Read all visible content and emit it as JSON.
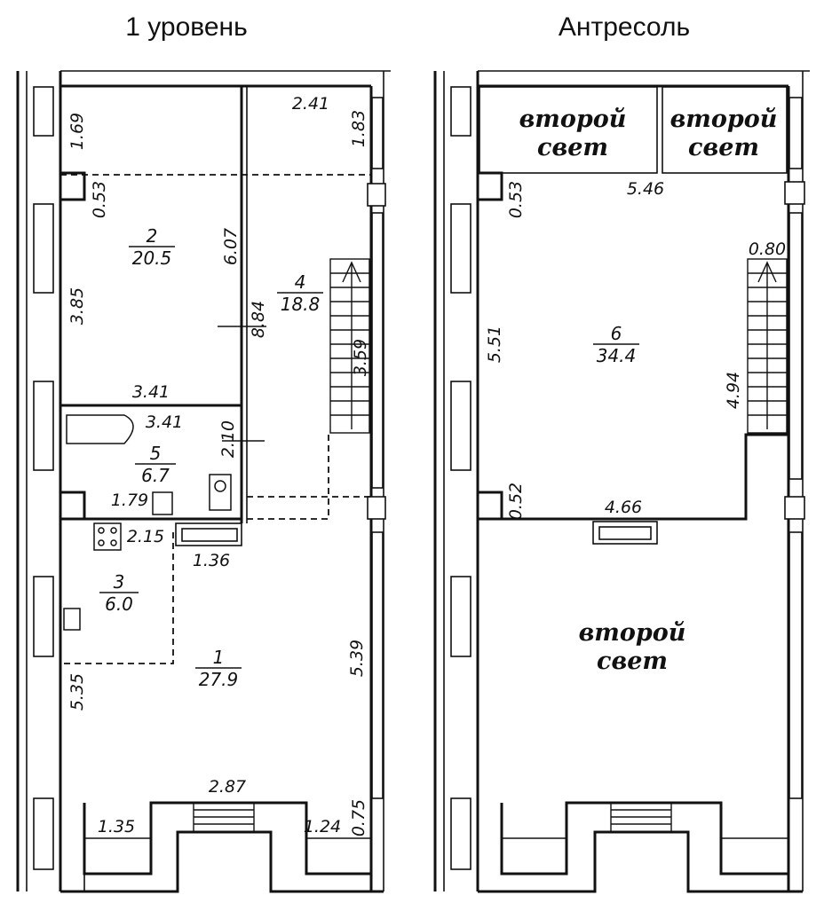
{
  "titles": {
    "left": "1 уровень",
    "right": "Антресоль"
  },
  "level1": {
    "rooms": [
      {
        "num": "2",
        "area": "20.5"
      },
      {
        "num": "4",
        "area": "18.8"
      },
      {
        "num": "5",
        "area": "6.7"
      },
      {
        "num": "3",
        "area": "6.0"
      },
      {
        "num": "1",
        "area": "27.9"
      }
    ],
    "dims": {
      "d169": "1.69",
      "d053": "0.53",
      "d385": "3.85",
      "d607": "6.07",
      "d884": "8.84",
      "d241": "2.41",
      "d183": "1.83",
      "d359": "3.59",
      "d341a": "3.41",
      "d341b": "3.41",
      "d210": "2.10",
      "d179": "1.79",
      "d215": "2.15",
      "d136": "1.36",
      "d539": "5.39",
      "d535": "5.35",
      "d287": "2.87",
      "d135": "1.35",
      "d124": "1.24",
      "d075": "0.75"
    }
  },
  "mezzanine": {
    "rooms": [
      {
        "num": "6",
        "area": "34.4"
      }
    ],
    "second_light": "второй свет",
    "second_light_line1": "второй",
    "second_light_line2": "свет",
    "dims": {
      "d053": "0.53",
      "d546": "5.46",
      "d080": "0.80",
      "d551": "5.51",
      "d494": "4.94",
      "d052": "0.52",
      "d466": "4.66"
    }
  }
}
